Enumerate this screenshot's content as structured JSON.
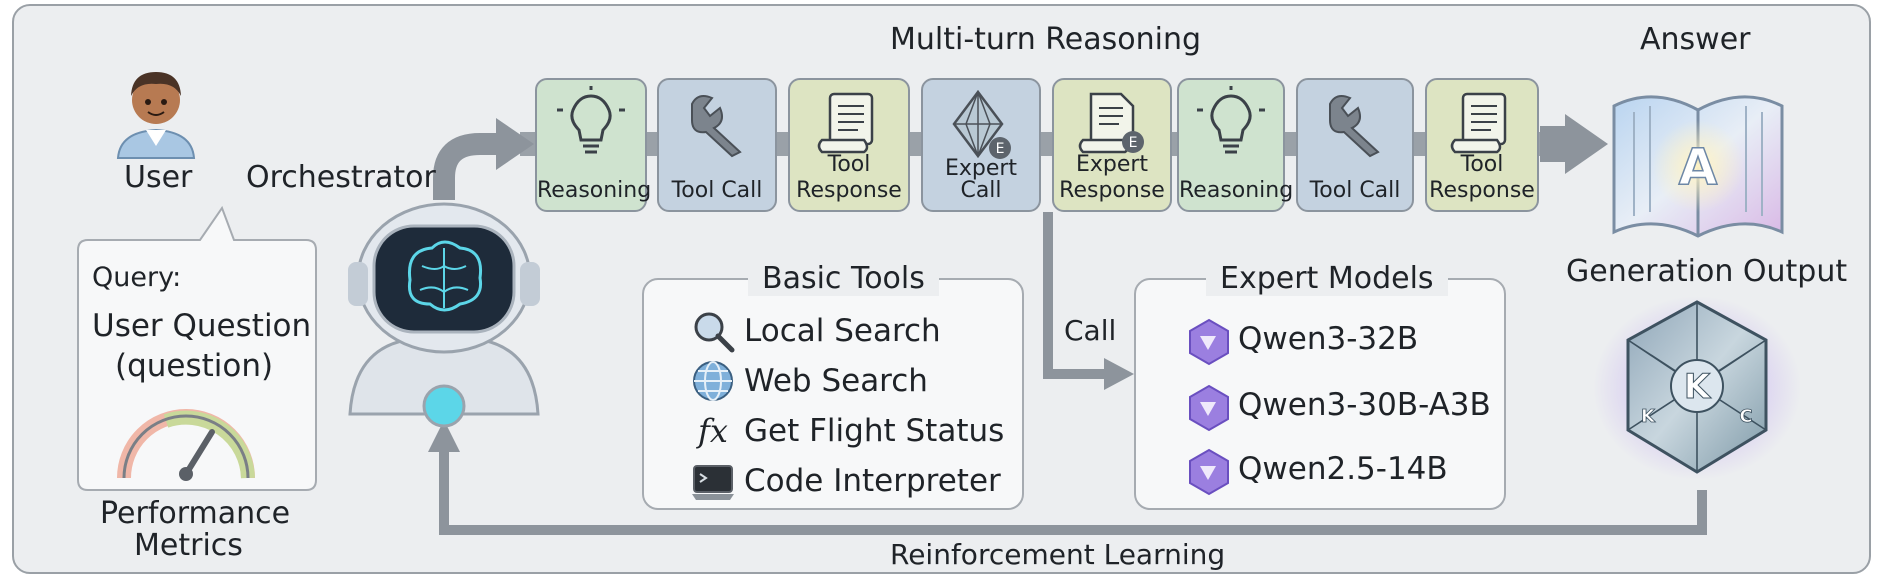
{
  "user": {
    "label": "User"
  },
  "orchestrator": {
    "label": "Orchestrator"
  },
  "query": {
    "prefix": "Query:",
    "line1": "User Question",
    "line2": "(question)"
  },
  "performance": {
    "line1": "Performance",
    "line2": "Metrics"
  },
  "multi_turn": {
    "title": "Multi-turn Reasoning"
  },
  "steps": [
    {
      "label": "Reasoning",
      "icon": "lightbulb-icon"
    },
    {
      "label": "Tool Call",
      "icon": "wrench-icon"
    },
    {
      "label1": "Tool",
      "label2": "Response",
      "icon": "document-icon"
    },
    {
      "label": "Expert Call",
      "icon": "expert-crystal-icon"
    },
    {
      "label1": "Expert",
      "label2": "Response",
      "icon": "expert-document-icon"
    },
    {
      "label": "Reasoning",
      "icon": "lightbulb-icon"
    },
    {
      "label": "Tool Call",
      "icon": "wrench-icon"
    },
    {
      "label1": "Tool",
      "label2": "Response",
      "icon": "document-icon"
    }
  ],
  "answer": {
    "title": "Answer",
    "badge": "A"
  },
  "generation": {
    "title": "Generation Output",
    "badge_main": "K",
    "badge_left": "K",
    "badge_right": "C"
  },
  "basic_tools": {
    "title": "Basic Tools",
    "items": [
      {
        "label": "Local Search",
        "icon": "magnifier-icon"
      },
      {
        "label": "Web Search",
        "icon": "globe-icon"
      },
      {
        "label": "Get Flight Status",
        "icon": "fx-icon",
        "icon_text": "fx"
      },
      {
        "label": "Code Interpreter",
        "icon": "terminal-icon"
      }
    ]
  },
  "call": {
    "label": "Call"
  },
  "expert_models": {
    "title": "Expert Models",
    "items": [
      {
        "label": "Qwen3-32B",
        "icon": "qwen-logo-icon"
      },
      {
        "label": "Qwen3-30B-A3B",
        "icon": "qwen-logo-icon"
      },
      {
        "label": "Qwen2.5-14B",
        "icon": "qwen-logo-icon"
      }
    ]
  },
  "reinforcement": {
    "label": "Reinforcement Learning"
  },
  "colors": {
    "reasoning": "#cfe3cf",
    "tool_call": "#c4d2e0",
    "response": "#dde4c2",
    "arrow": "#8d949c",
    "accent": "#5cd6e8"
  }
}
